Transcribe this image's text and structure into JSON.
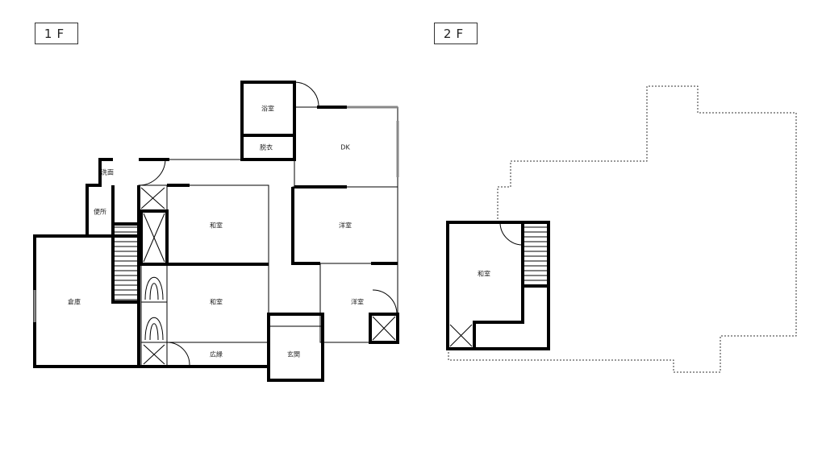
{
  "floors": [
    {
      "label": "1F",
      "rooms": [
        "浴室",
        "脱衣",
        "DK",
        "洗面",
        "便所",
        "和室",
        "洋室",
        "和室",
        "洋室",
        "倉庫",
        "広縁",
        "玄関"
      ]
    },
    {
      "label": "2F",
      "rooms": [
        "和室"
      ]
    }
  ]
}
